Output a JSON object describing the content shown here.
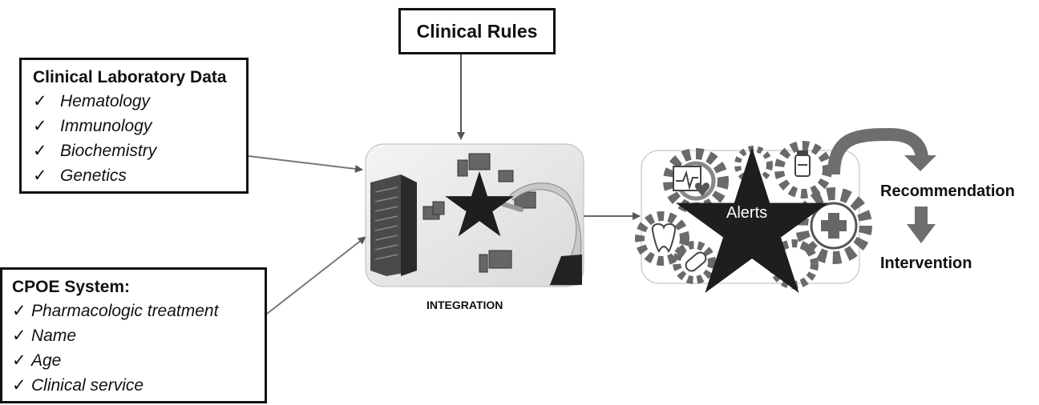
{
  "rules_box": {
    "title": "Clinical Rules"
  },
  "lab_box": {
    "title": "Clinical Laboratory Data",
    "items": [
      "Hematology",
      "Immunology",
      "Biochemistry",
      "Genetics"
    ]
  },
  "cpoe_box": {
    "title": "CPOE System:",
    "items": [
      "Pharmacologic treatment",
      "Name",
      "Age",
      "Clinical service"
    ]
  },
  "check_mark": "✓",
  "integration_label": "INTEGRATION",
  "alerts_label": "Alerts",
  "recommendation_label": "Recommendation",
  "intervention_label": "Intervention"
}
